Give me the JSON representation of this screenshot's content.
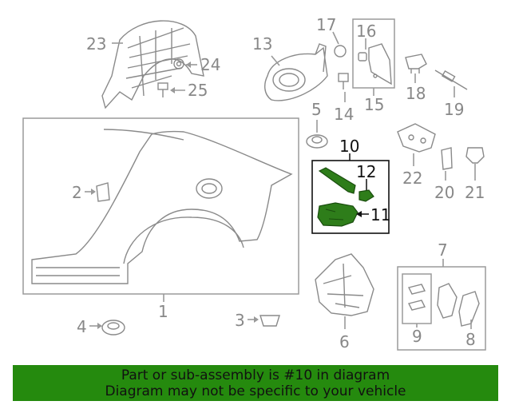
{
  "callouts": {
    "c1": "1",
    "c2": "2",
    "c3": "3",
    "c4": "4",
    "c5": "5",
    "c6": "6",
    "c7": "7",
    "c8": "8",
    "c9": "9",
    "c10": "10",
    "c11": "11",
    "c12": "12",
    "c13": "13",
    "c14": "14",
    "c15": "15",
    "c16": "16",
    "c17": "17",
    "c18": "18",
    "c19": "19",
    "c20": "20",
    "c21": "21",
    "c22": "22",
    "c23": "23",
    "c24": "24",
    "c25": "25"
  },
  "banner": {
    "line1": "Part or sub-assembly is #10 in diagram",
    "line2": "Diagram may not be specific to your vehicle"
  },
  "colors": {
    "highlight": "#2e7d1a",
    "banner": "#258a0e",
    "line": "#999999"
  }
}
